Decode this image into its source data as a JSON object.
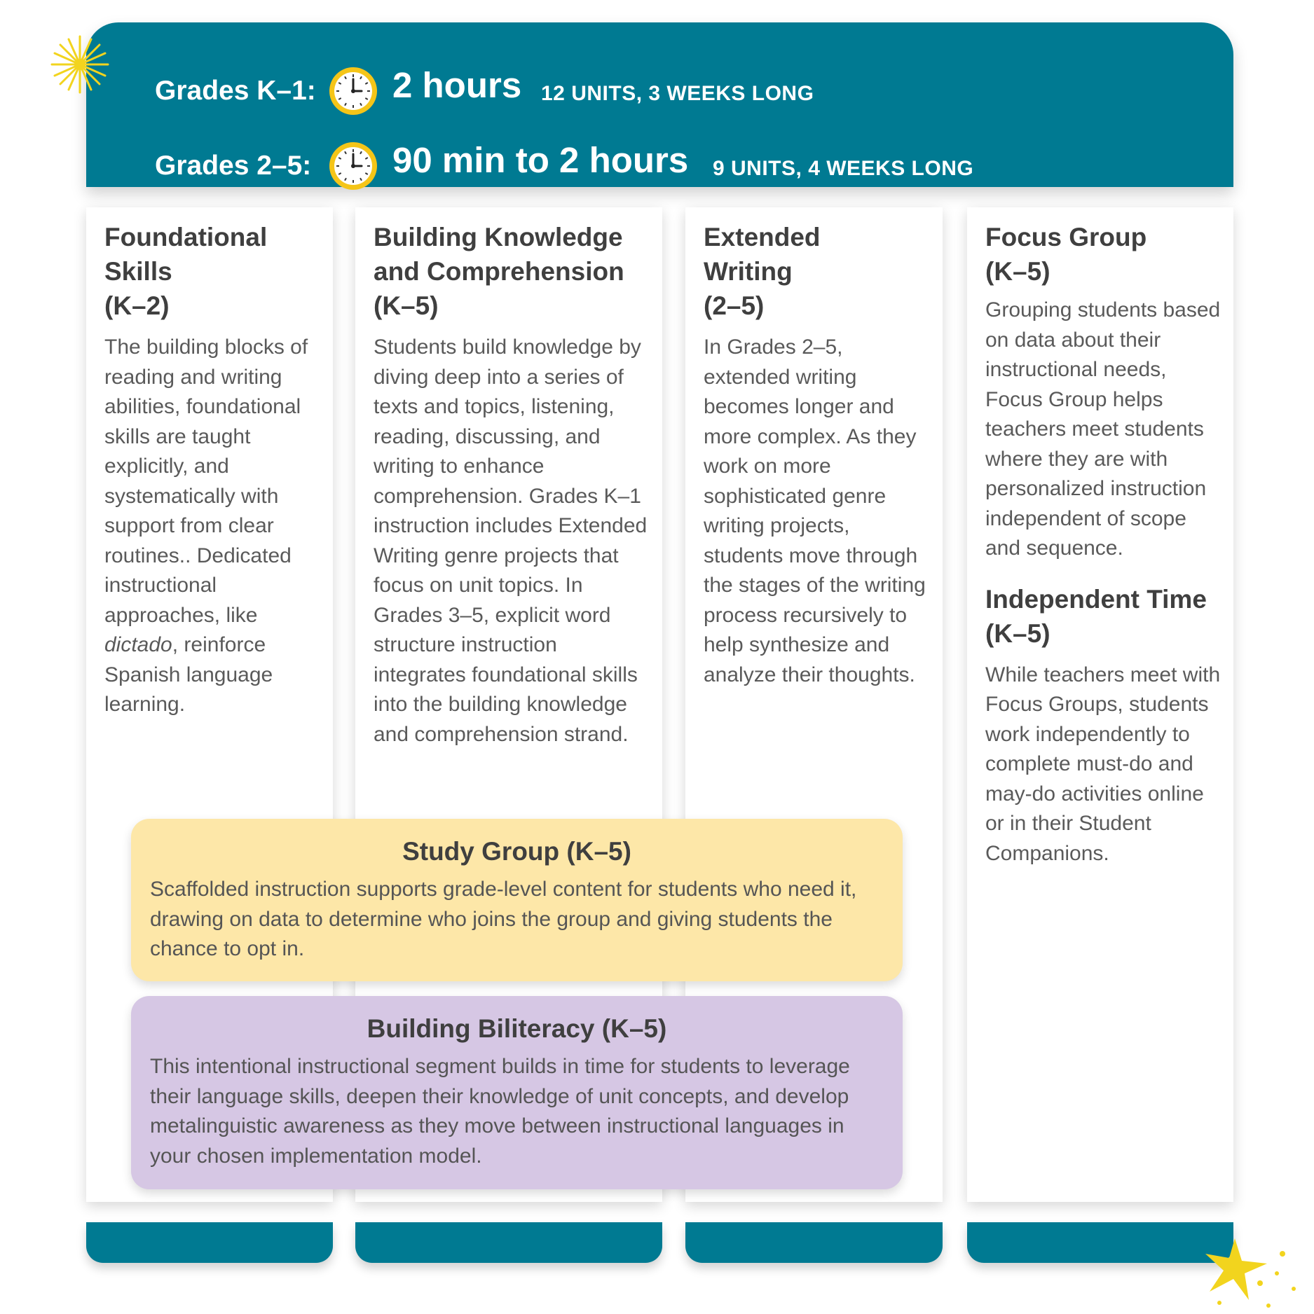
{
  "header": {
    "rows": [
      {
        "grade": "Grades K–1:",
        "duration": "2 hours",
        "units": "12 UNITS, 3 WEEKS LONG",
        "icon": "clock-icon"
      },
      {
        "grade": "Grades 2–5:",
        "duration": "90 min to 2 hours",
        "units": "9 UNITS, 4 WEEKS LONG",
        "icon": "clock-icon"
      }
    ]
  },
  "columns": {
    "foundational": {
      "title_line1": "Foundational",
      "title_line2": "Skills",
      "title_line3": "(K–2)",
      "body_before": "The building blocks of reading and writing abilities, foundational skills are taught explicitly, and systematically with support from clear routines.. Dedicated instructional approaches, like ",
      "body_italic": "dictado",
      "body_after": ", reinforce Spanish language learning."
    },
    "knowledge": {
      "title_line1": "Building Knowledge",
      "title_line2": "and Comprehension",
      "title_line3": "(K–5)",
      "body": "Students build knowledge by diving deep into a series of texts and topics, listening, reading, discussing, and writing to enhance comprehension. Grades K–1 instruction includes Extended Writing genre projects that focus on unit topics. In Grades 3–5, explicit word structure instruction integrates foundational skills into the building knowledge and comprehension strand."
    },
    "writing": {
      "title_line1": "Extended",
      "title_line2": "Writing",
      "title_line3": "(2–5)",
      "body": "In Grades 2–5, extended writing becomes longer and more complex. As they work on more sophisticated genre writing projects, students move through the stages of the writing process recursively to help synthesize and analyze their thoughts."
    },
    "focus": {
      "title_line1": "Focus Group",
      "title_line2": "(K–5)",
      "body": "Grouping students based on data about their instructional needs, Focus Group helps teachers meet students where they are with personalized instruction independent of scope and sequence.",
      "independent_title_line1": "Independent Time",
      "independent_title_line2": "(K–5)",
      "independent_body": "While teachers meet with Focus Groups, students work independently to complete must-do and may-do activities online or in their Student Companions."
    }
  },
  "bands": {
    "study_group": {
      "title": "Study Group (K–5)",
      "body": "Scaffolded instruction supports grade-level content for students who need it, drawing on data to determine who joins the group and giving students the chance to opt in."
    },
    "biliteracy": {
      "title": "Building Biliteracy (K–5)",
      "body": "This intentional instructional segment builds in time for students to leverage their language skills, deepen their knowledge of unit concepts, and develop metalinguistic awareness as they move between instructional languages in your chosen implementation model."
    }
  },
  "colors": {
    "teal": "#007a92",
    "study_yellow": "#fde7a8",
    "biliteracy_purple": "#d6c7e4",
    "clock_yellow": "#f5c518",
    "sparkle_yellow": "#f2d41e"
  },
  "decorations": [
    "sparkle-icon",
    "star-sparkle-icon"
  ]
}
